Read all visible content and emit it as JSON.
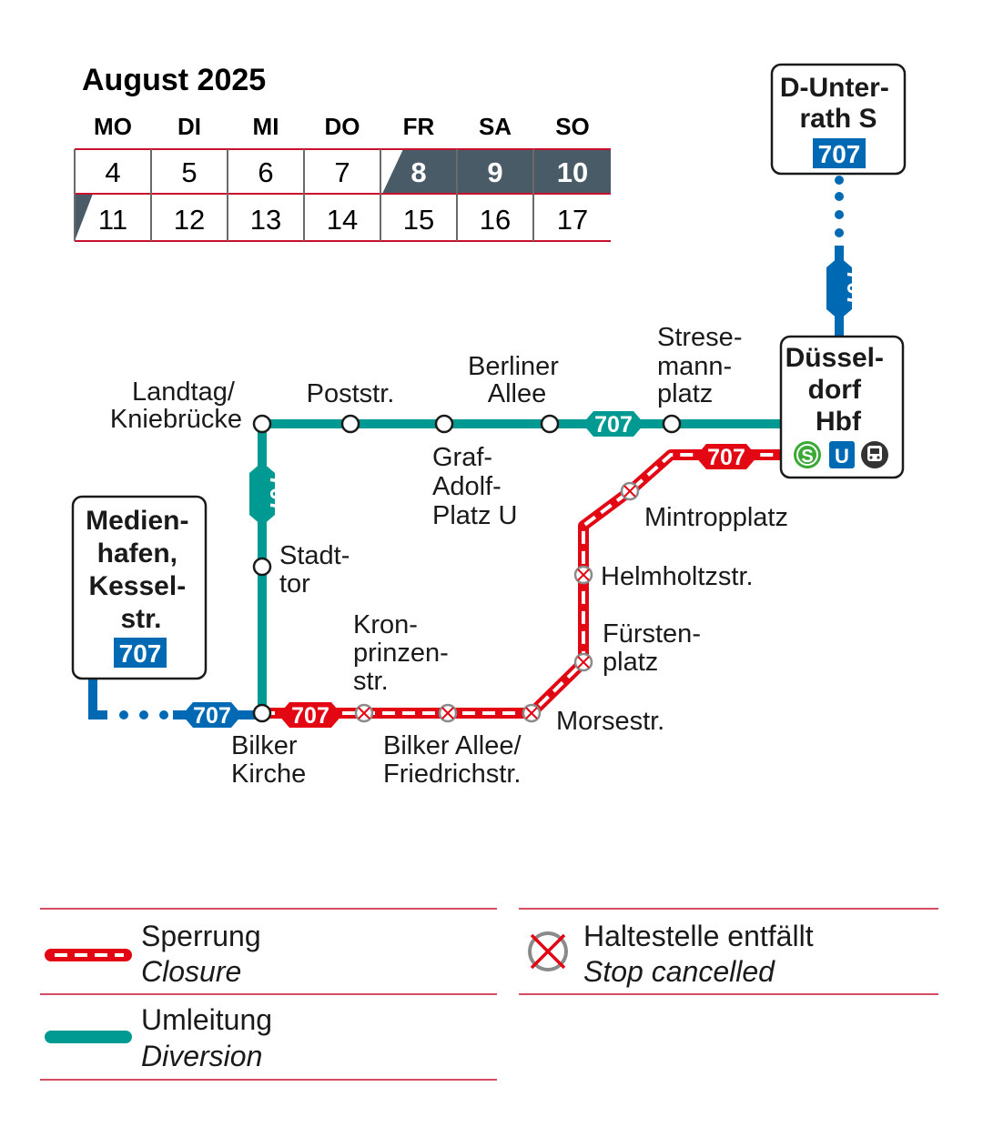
{
  "calendar": {
    "title": "August 2025",
    "weekdays": [
      "MO",
      "DI",
      "MI",
      "DO",
      "FR",
      "SA",
      "SO"
    ],
    "weeks": [
      [
        {
          "day": "4",
          "status": "normal"
        },
        {
          "day": "5",
          "status": "normal"
        },
        {
          "day": "6",
          "status": "normal"
        },
        {
          "day": "7",
          "status": "normal"
        },
        {
          "day": "8",
          "status": "partial-start"
        },
        {
          "day": "9",
          "status": "affected"
        },
        {
          "day": "10",
          "status": "affected"
        }
      ],
      [
        {
          "day": "11",
          "status": "partial-end"
        },
        {
          "day": "12",
          "status": "normal"
        },
        {
          "day": "13",
          "status": "normal"
        },
        {
          "day": "14",
          "status": "normal"
        },
        {
          "day": "15",
          "status": "normal"
        },
        {
          "day": "16",
          "status": "normal"
        },
        {
          "day": "17",
          "status": "normal"
        }
      ]
    ],
    "highlight_color": "#4a5b68",
    "rule_color": "#c8102e"
  },
  "line": "707",
  "colors": {
    "closure": "#e30613",
    "diversion": "#009a93",
    "line_blue": "#0069b4",
    "cancel_ring": "#8a8a8a"
  },
  "terminals": {
    "north": {
      "lines": [
        "D-Unter-",
        "rath S"
      ],
      "badge": "707"
    },
    "west": {
      "lines": [
        "Medien-",
        "hafen,",
        "Kessel-",
        "str."
      ],
      "badge": "707"
    },
    "hub": {
      "lines": [
        "Düssel-",
        "dorf",
        "Hbf"
      ],
      "icons": [
        "s-bahn-icon",
        "u-bahn-icon",
        "tram-icon"
      ],
      "icon_glyphs": [
        "S",
        "U"
      ]
    }
  },
  "stops": {
    "landtag": [
      "Landtag/",
      "Kniebrücke"
    ],
    "poststr": [
      "Poststr."
    ],
    "graf_adolf": [
      "Graf-",
      "Adolf-",
      "Platz U"
    ],
    "berliner_allee": [
      "Berliner",
      "Allee"
    ],
    "stresemannplatz": [
      "Strese-",
      "mann-",
      "platz"
    ],
    "stadttor": [
      "Stadt-",
      "tor"
    ],
    "bilker_kirche": [
      "Bilker",
      "Kirche"
    ],
    "kronprinzenstr": [
      "Kron-",
      "prinzen-",
      "str."
    ],
    "bilker_allee": [
      "Bilker Allee/",
      "Friedrichstr."
    ],
    "morsestr": [
      "Morsestr."
    ],
    "fuerstenplatz": [
      "Fürsten-",
      "platz"
    ],
    "helmholtzstr": [
      "Helmholtzstr."
    ],
    "mintropplatz": [
      "Mintropplatz"
    ]
  },
  "legend": {
    "closure": {
      "de": "Sperrung",
      "en": "Closure"
    },
    "diversion": {
      "de": "Umleitung",
      "en": "Diversion"
    },
    "cancelled": {
      "de": "Haltestelle entfällt",
      "en": "Stop cancelled"
    }
  }
}
